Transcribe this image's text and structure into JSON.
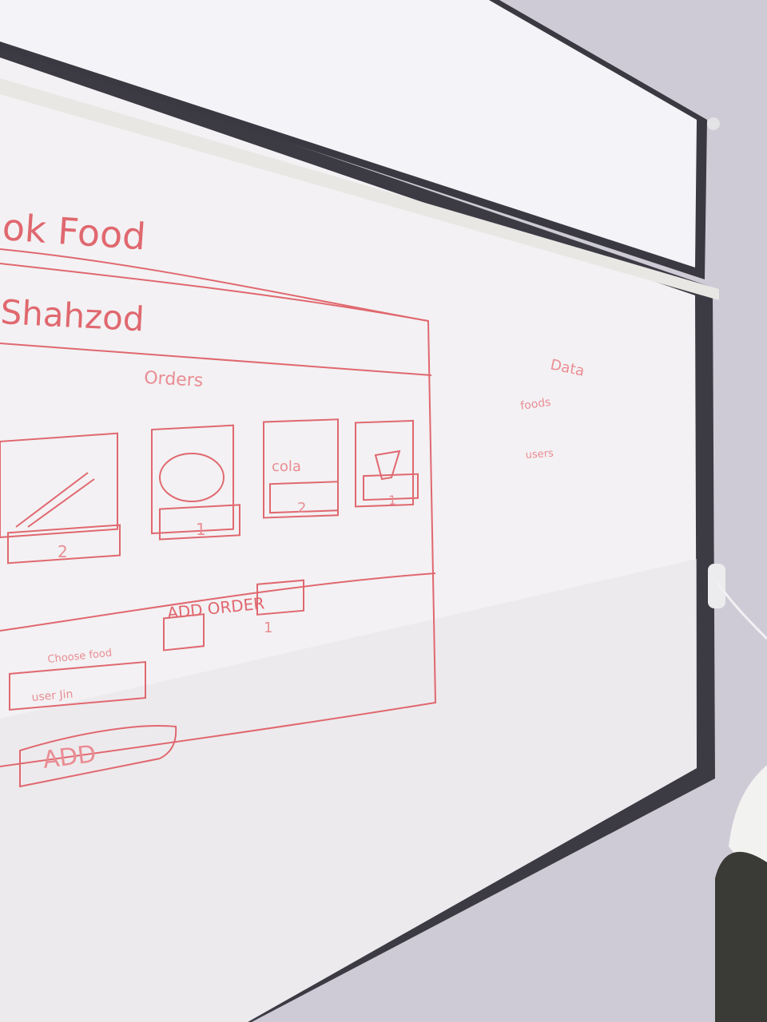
{
  "colors": {
    "wall": "#cfcbd6",
    "board": "#f4f2f4",
    "frame": "#3c3b44",
    "marker": "#e0686f",
    "screen": "#f3f2f6"
  },
  "sketch": {
    "app_title": "ok Food",
    "user_name": "Shahzod",
    "section_title": "Orders",
    "cards": [
      {
        "icon": "pizza-slice-icon",
        "label": "",
        "quantity": "2"
      },
      {
        "icon": "plate-icon",
        "label": "",
        "quantity": "1"
      },
      {
        "icon": "drink-icon",
        "label": "cola",
        "quantity": "2"
      },
      {
        "icon": "cup-icon",
        "label": "",
        "quantity": "1"
      }
    ],
    "add_order_heading": "ADD ORDER",
    "choose_label": "Choose food",
    "quantity_value": "1",
    "user_field_text": "user Jin",
    "add_button": "ADD"
  },
  "side_notes": {
    "title": "Data",
    "items": [
      "foods",
      "users"
    ]
  }
}
